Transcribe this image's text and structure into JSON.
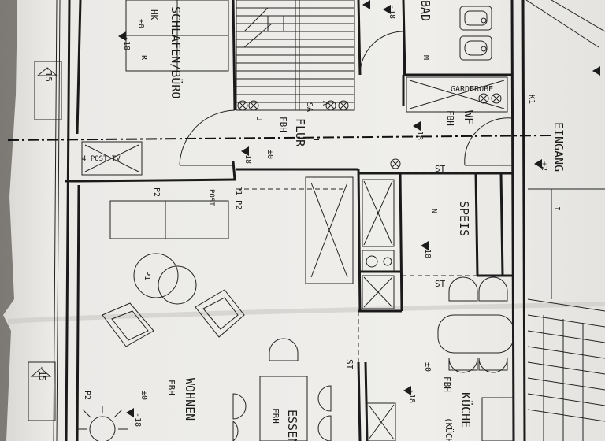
{
  "photo": {
    "paper_color": "#ecebe8",
    "shadow_color": "#8d8a86",
    "ink_color": "#1c1c1c"
  },
  "rooms": {
    "schlafen": "SCHLAFEN/BÜRO",
    "flur": "FLUR",
    "bad": "BAD",
    "eingang": "EINGANG",
    "speis": "SPEIS",
    "wohnen": "WOHNEN",
    "essen": "ESSEN",
    "kueche": "KÜCHE",
    "kueche_sub": "(KÜCH",
    "wf": "WF",
    "garderobe": "GARDEROBE"
  },
  "labels": {
    "hk": "HK",
    "fbh": "FBH",
    "st": "ST",
    "post": "POST",
    "post_tv": "4 POST TV",
    "sa": "SA",
    "dim_top": "-15",
    "dim_bottom": "-15",
    "lvl_18": "-18",
    "lvl_0": "±0",
    "lvl_2": "+2",
    "p1": "P1",
    "p2": "P2",
    "p1p2": "P1 P2",
    "n": "N",
    "m": "M",
    "k1": "K1",
    "r": "R",
    "l": "L",
    "j": "J",
    "a": "A",
    "i": "I"
  }
}
